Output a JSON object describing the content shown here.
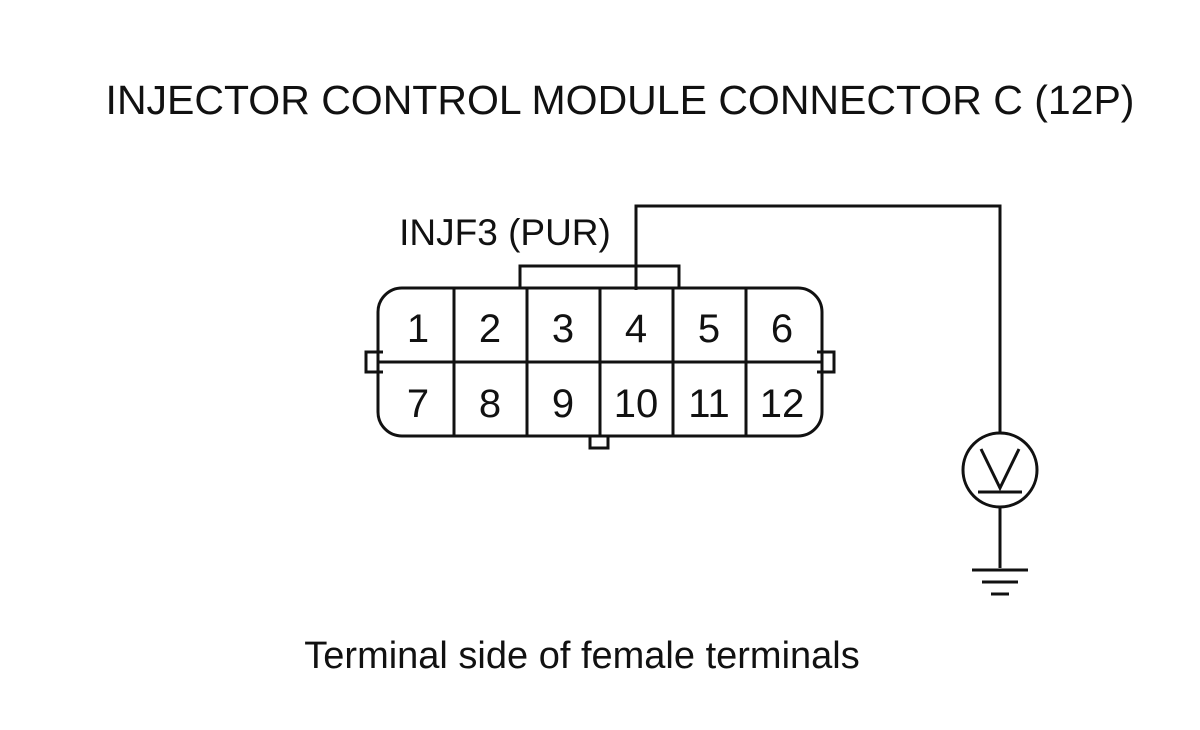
{
  "diagram": {
    "title": "INJECTOR CONTROL MODULE CONNECTOR C (12P)",
    "wire_label": "INJF3 (PUR)",
    "caption": "Terminal side of female terminals",
    "connector": {
      "pins_top": [
        "1",
        "2",
        "3",
        "4",
        "5",
        "6"
      ],
      "pins_bottom": [
        "7",
        "8",
        "9",
        "10",
        "11",
        "12"
      ],
      "probed_pin": "4"
    },
    "meter": {
      "symbol": "V",
      "type": "voltmeter"
    },
    "ground": {
      "symbol": "ground-icon"
    }
  }
}
